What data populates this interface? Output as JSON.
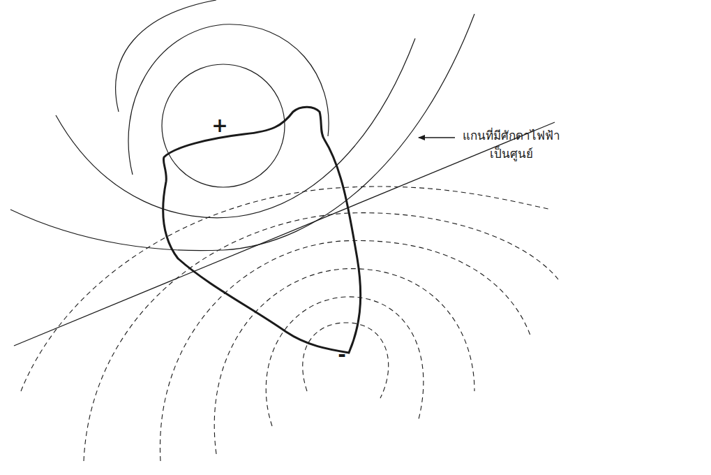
{
  "diagram": {
    "labels": [
      "+",
      "-",
      "แกนที่มีศักดาไฟฟ้า เป็นศูนย์"
    ]
  }
}
